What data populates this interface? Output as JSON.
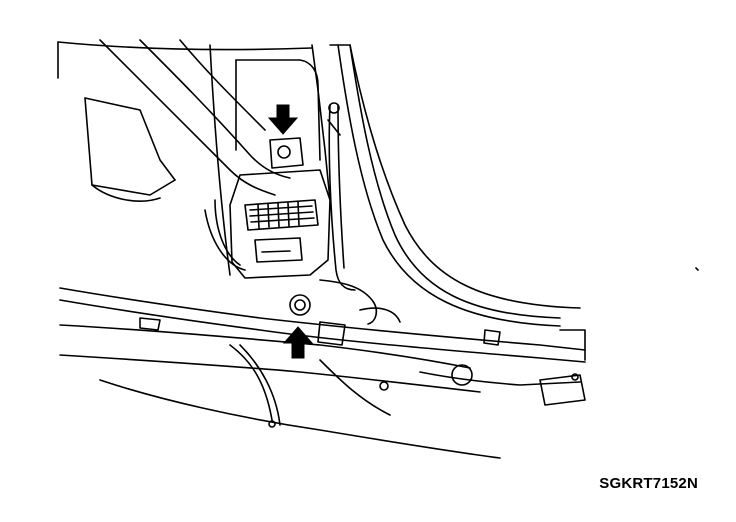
{
  "figure": {
    "code": "SGKRT7152N"
  },
  "callouts": [
    {
      "name": "upper-bolt-arrow",
      "direction": "down"
    },
    {
      "name": "lower-bolt-arrow",
      "direction": "up"
    }
  ],
  "colors": {
    "line": "#000000",
    "background": "#ffffff"
  }
}
